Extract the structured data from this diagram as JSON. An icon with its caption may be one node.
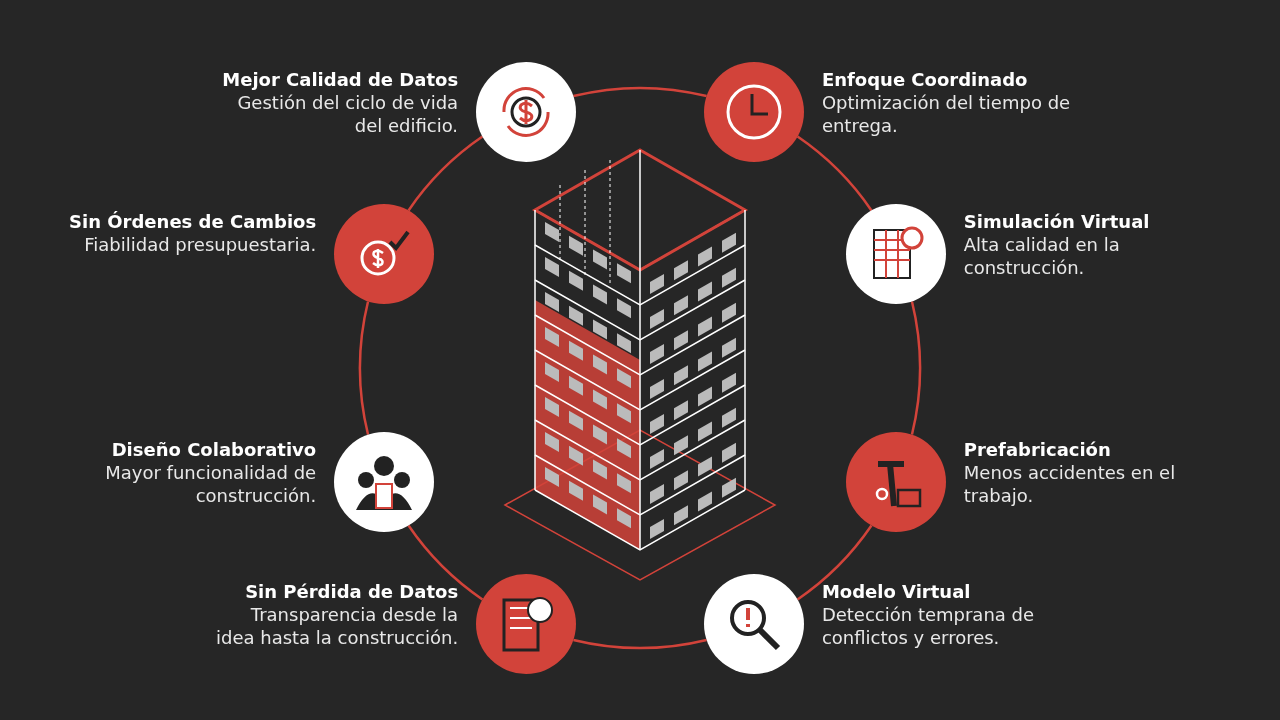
{
  "diagram": {
    "nodes": [
      {
        "text": [
          "Mejor Calidad de Datos",
          "Gestión del ciclo de vida del edificio."
        ]
      },
      {
        "text": [
          "Enfoque Coordinado",
          "Optimización del tiempo de entrega."
        ]
      },
      {
        "text": [
          "Sin Órdenes de Cambios",
          "Fiabilidad presupuestaria."
        ]
      },
      {
        "text": [
          "Simulación Virtual",
          "Alta calidad en la construcción."
        ]
      },
      {
        "text": [
          "Diseño Colaborativo",
          "Mayor funcionalidad de construcción."
        ]
      },
      {
        "text": [
          "Prefabricación",
          "Menos accidentes en el trabajo."
        ]
      },
      {
        "text": [
          "Sin Pérdida de Datos",
          "Transparencia desde la idea hasta la construcción."
        ]
      },
      {
        "text": [
          "Modelo Virtual",
          "Detección temprana de conflictos y errores."
        ]
      }
    ],
    "edges": [
      {
        "from": 0,
        "to": 1,
        "arrow": "none"
      },
      {
        "from": 1,
        "to": 3,
        "arrow": "none"
      },
      {
        "from": 3,
        "to": 5,
        "arrow": "none"
      },
      {
        "from": 5,
        "to": 7,
        "arrow": "none"
      },
      {
        "from": 7,
        "to": 6,
        "arrow": "none"
      },
      {
        "from": 6,
        "to": 4,
        "arrow": "none"
      },
      {
        "from": 4,
        "to": 2,
        "arrow": "none"
      },
      {
        "from": 2,
        "to": 0,
        "arrow": "none"
      }
    ]
  }
}
